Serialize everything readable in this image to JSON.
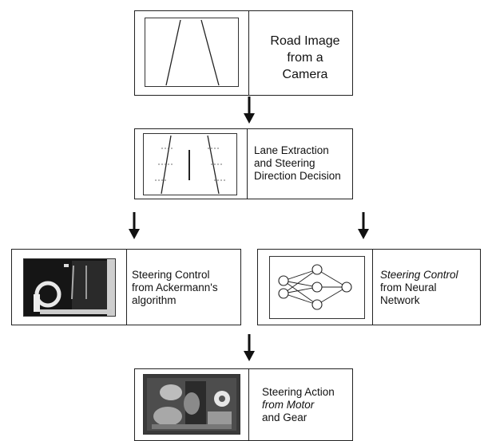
{
  "boxes": {
    "camera": {
      "lines": [
        "Road Image",
        "from a Camera"
      ]
    },
    "lane": {
      "lines": [
        "Lane Extraction",
        "and Steering",
        "Direction Decision"
      ]
    },
    "ackermann": {
      "lines": [
        "Steering Control",
        "from Ackermann's",
        "algorithm"
      ]
    },
    "neural": {
      "lines": [
        "Steering Control",
        "from Neural",
        "Network"
      ]
    },
    "action": {
      "lines": [
        "Steering Action",
        "from Motor",
        "and Gear"
      ]
    }
  },
  "colors": {
    "line": "#222222",
    "photo_dark": "#111111"
  },
  "icons": [
    "road-lane-icon",
    "lane-detection-icon",
    "down-arrow-icon",
    "neural-network-icon"
  ]
}
